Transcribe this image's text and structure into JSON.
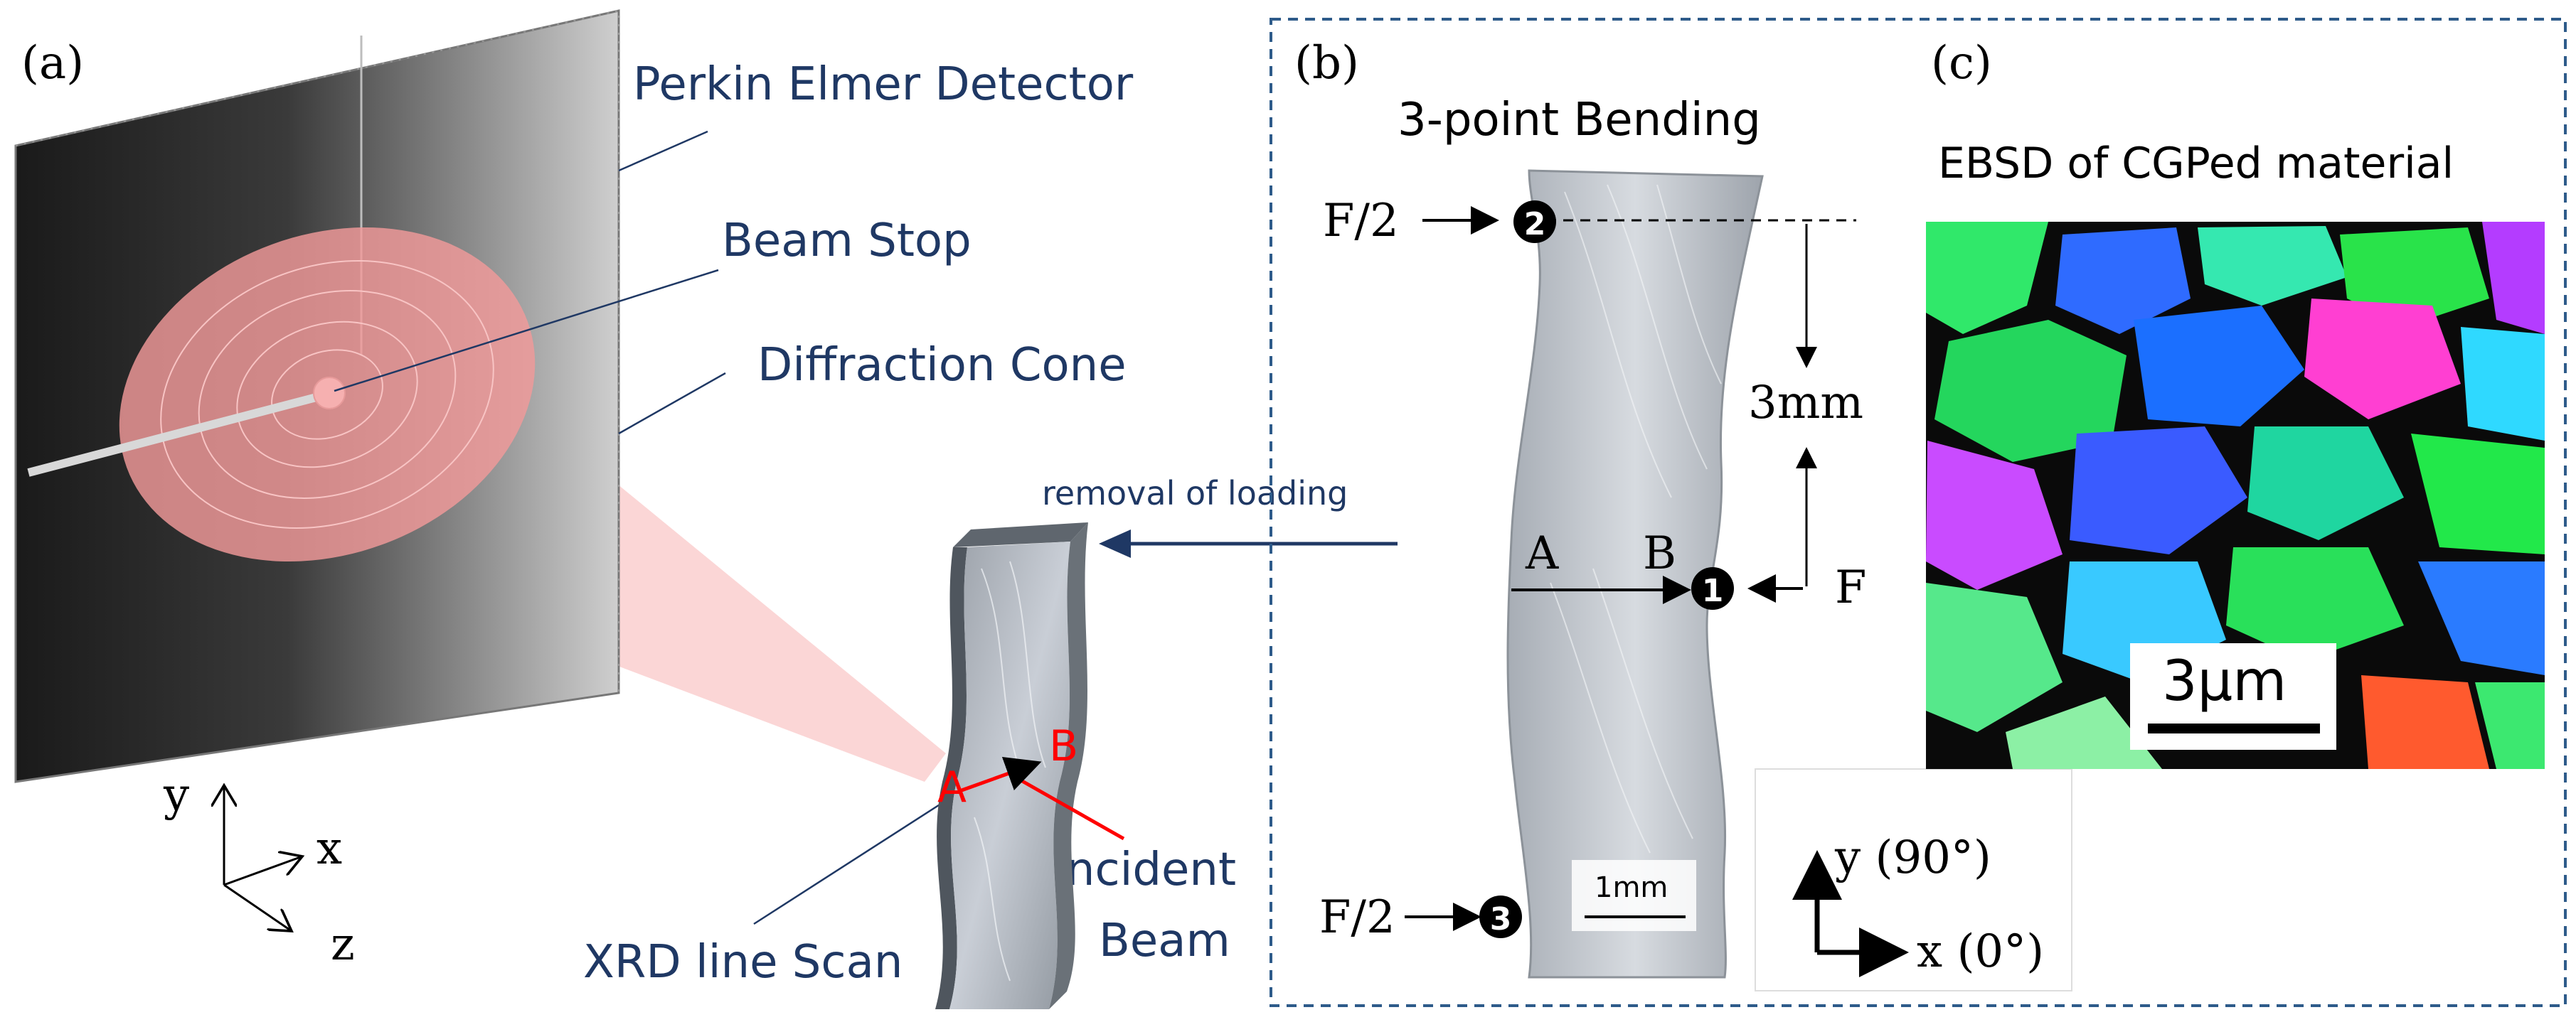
{
  "panel_a": {
    "label": "(a)",
    "callouts": {
      "detector": "Perkin Elmer Detector",
      "beam_stop": "Beam Stop",
      "cone": "Diffraction Cone",
      "scan": "XRD line Scan",
      "beam_line1": "Incident",
      "beam_line2": "Beam"
    },
    "axes": {
      "y": "y",
      "x": "x",
      "z": "z"
    },
    "point_a": "A",
    "point_b": "B",
    "arrow_label": "removal of loading"
  },
  "panel_b": {
    "label": "(b)",
    "title": "3-point Bending",
    "force_top": "F/2",
    "force_bottom": "F/2",
    "force_mid": "F",
    "marker_1": "1",
    "marker_2": "2",
    "marker_3": "3",
    "distance": "3mm",
    "point_a": "A",
    "point_b": "B",
    "scale": "1mm",
    "axis_y": "y (90°)",
    "axis_x": "x (0°)"
  },
  "panel_c": {
    "label": "(c)",
    "title": "EBSD of CGPed material",
    "scale": "3μm"
  },
  "colors": {
    "callout_text": "#1f3864",
    "cone_pink": "#f4a6a6",
    "ring_red": "#e88080",
    "red_marker": "#ff0000",
    "frame_dash": "#2e5b8a"
  }
}
